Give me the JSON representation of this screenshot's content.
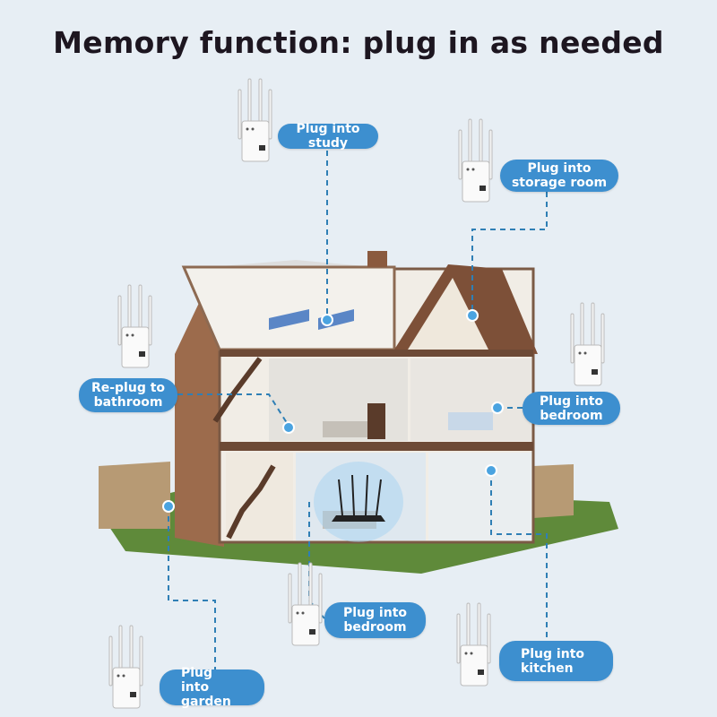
{
  "title": "Memory function: plug in as needed",
  "labels": {
    "study": "Plug into study",
    "storage_room": "Plug into storage room",
    "bathroom": "Re-plug to bathroom",
    "bedroom_upper": "Plug into bedroom",
    "bedroom_lower": "Plug into bedroom",
    "kitchen": "Plug into kitchen",
    "garden": "Plug into garden"
  },
  "colors": {
    "label_bg": "#3d8fcf",
    "background": "#e7eef4",
    "dotted_line": "#2f7fb5"
  }
}
